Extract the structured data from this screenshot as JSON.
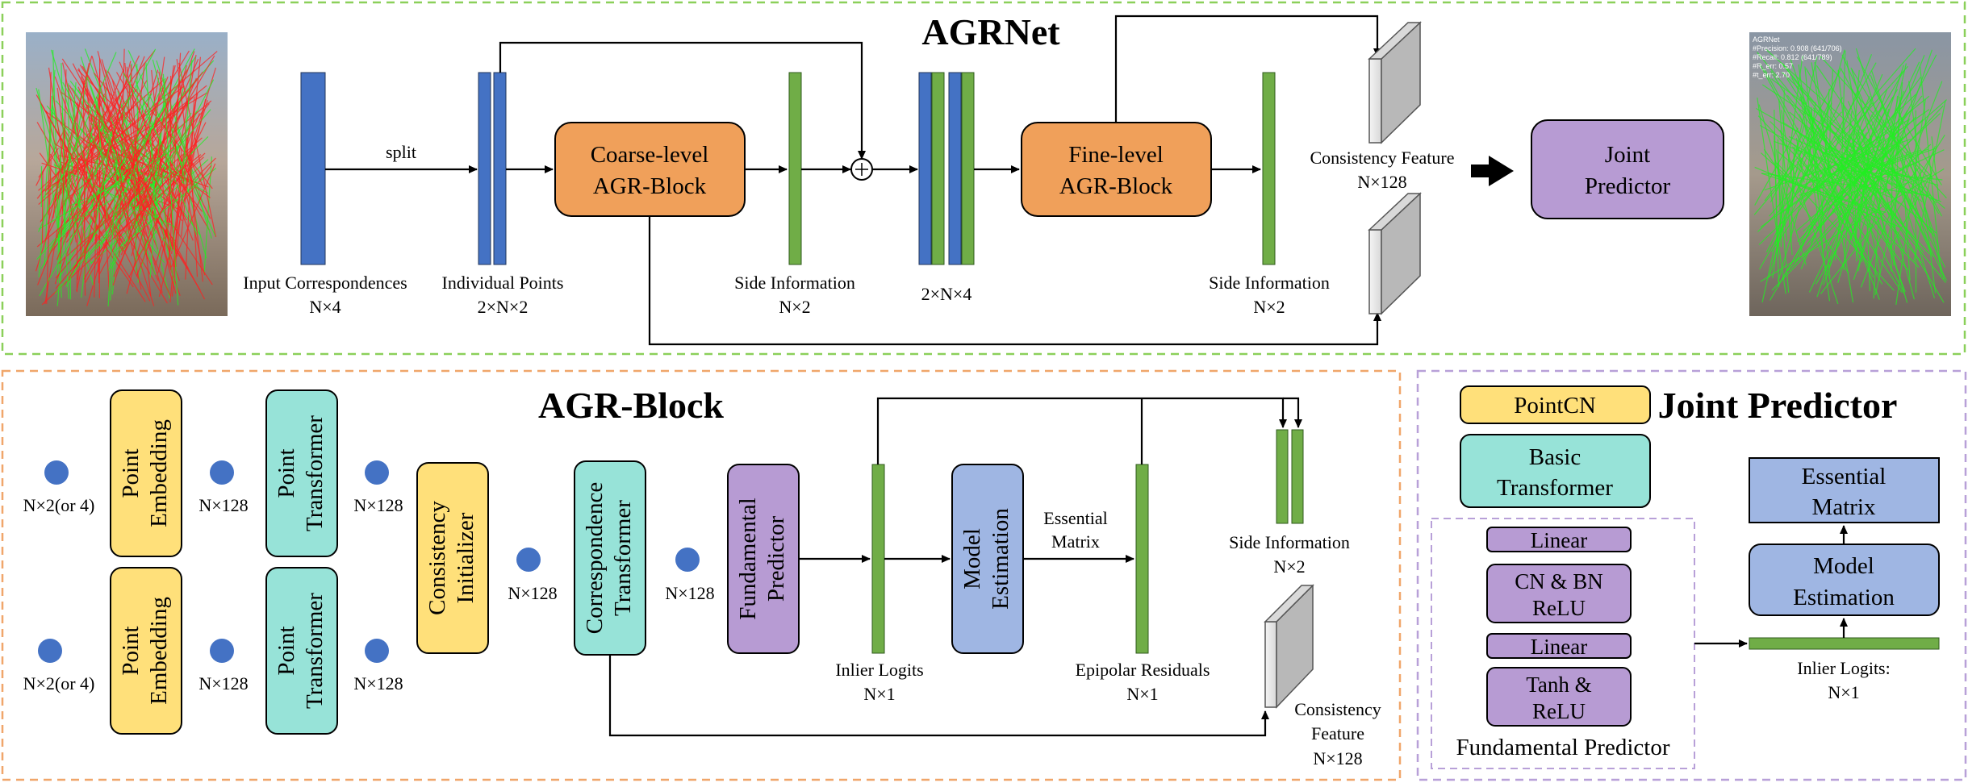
{
  "agrnet": {
    "title": "AGRNet",
    "split_label": "split",
    "coarse_block": [
      "Coarse-level",
      "AGR-Block"
    ],
    "fine_block": [
      "Fine-level",
      "AGR-Block"
    ],
    "joint_predictor": [
      "Joint",
      "Predictor"
    ],
    "input_correspondences": [
      "Input Correspondences",
      "N×4"
    ],
    "individual_points": [
      "Individual Points",
      "2×N×2"
    ],
    "side_info_1": [
      "Side Information",
      "N×2"
    ],
    "stacked_dim": "2×N×4",
    "side_info_2": [
      "Side Information",
      "N×2"
    ],
    "consistency_feature": [
      "Consistency Feature",
      "N×128"
    ],
    "result_overlay": [
      "AGRNet",
      "#Precision: 0.908 (641/706)",
      "#Recall: 0.812 (641/789)",
      "#R_err: 0.57",
      "#t_err: 2.70"
    ]
  },
  "agr_block": {
    "title": "AGR-Block",
    "input_dims": [
      "N×2(or 4)",
      "N×2(or 4)"
    ],
    "point_embedding": [
      "Point",
      "Embedding"
    ],
    "point_transformer": [
      "Point",
      "Transformer"
    ],
    "n128": "N×128",
    "consistency_initializer": [
      "Consistency",
      "Initializer"
    ],
    "correspondence_transformer": [
      "Correspondence",
      "Transformer"
    ],
    "fundamental_predictor": [
      "Fundamental",
      "Predictor"
    ],
    "model_estimation": [
      "Model",
      "Estimation"
    ],
    "essential_matrix": [
      "Essential",
      "Matrix"
    ],
    "inlier_logits": [
      "Inlier Logits",
      "N×1"
    ],
    "epipolar_residuals": [
      "Epipolar Residuals",
      "N×1"
    ],
    "side_information": [
      "Side Information",
      "N×2"
    ],
    "consistency_feature": [
      "Consistency",
      "Feature",
      "N×128"
    ]
  },
  "joint_predictor": {
    "title": "Joint Predictor",
    "legend_pointcn": "PointCN",
    "legend_basic_transformer": [
      "Basic",
      "Transformer"
    ],
    "linear": "Linear",
    "cn_bn_relu": [
      "CN & BN",
      "ReLU"
    ],
    "tanh_relu": [
      "Tanh &",
      "ReLU"
    ],
    "fundamental_predictor": "Fundamental Predictor",
    "model_estimation": [
      "Model",
      "Estimation"
    ],
    "essential_matrix": [
      "Essential",
      "Matrix"
    ],
    "inlier_logits": [
      "Inlier Logits:",
      "N×1"
    ]
  },
  "colors": {
    "blue_bar": "#4472C4",
    "green_bar": "#70AD47",
    "orange_block": "#F0A05A",
    "purple_block": "#B79BD3",
    "yellow_block": "#FFE07A",
    "teal_block": "#97E3D8",
    "lightblue_block": "#9FB6E3",
    "green_border": "#8BD05A",
    "orange_border": "#F0A66A",
    "purple_border": "#B8A0D8"
  }
}
